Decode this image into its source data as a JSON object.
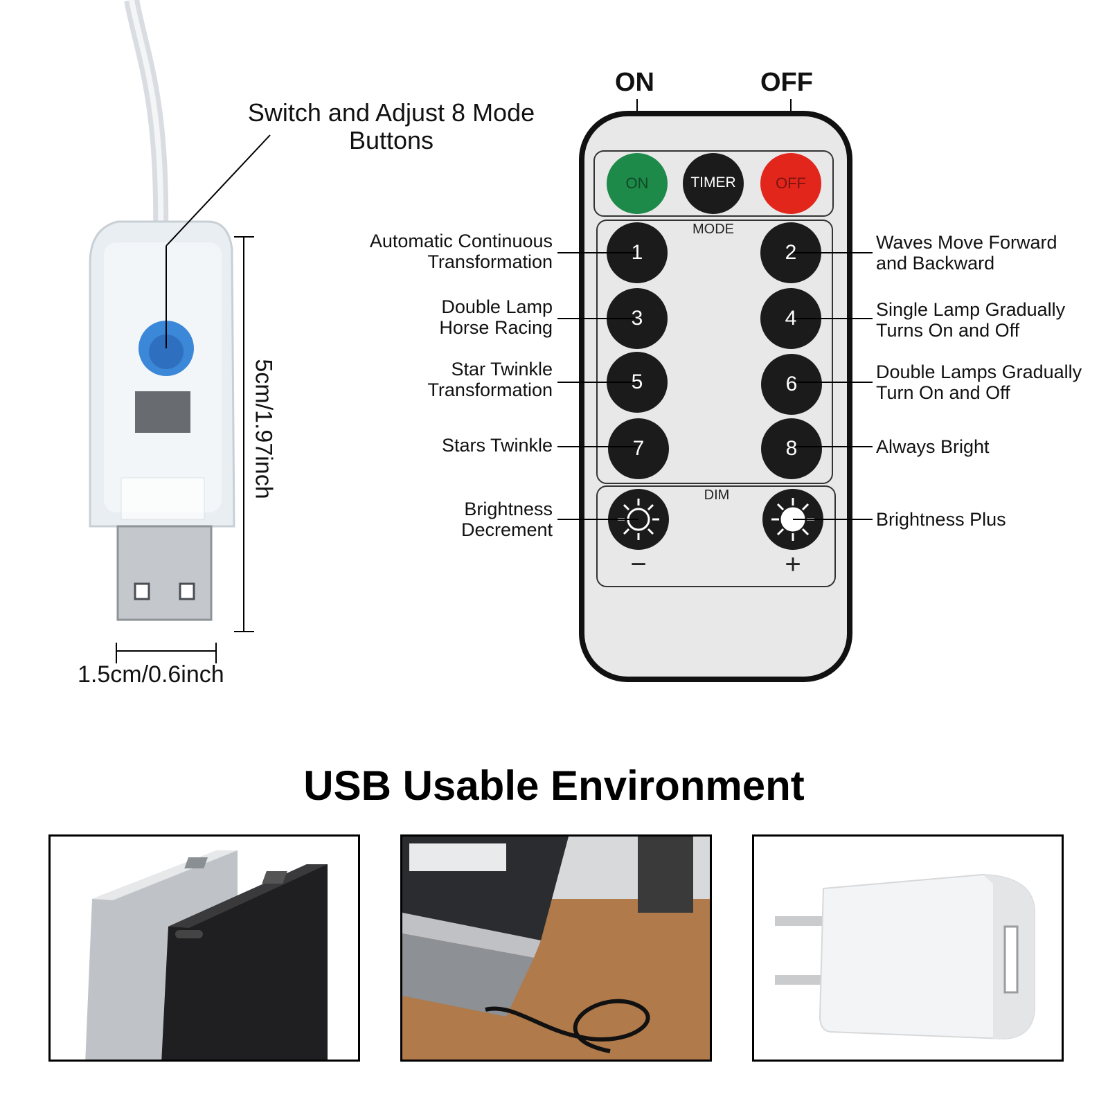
{
  "usb": {
    "callout_line1": "Switch and Adjust 8 Mode",
    "callout_line2": "Buttons",
    "height_dim": "5cm/1.97inch",
    "width_dim": "1.5cm/0.6inch"
  },
  "remote": {
    "on_label": "ON",
    "off_label": "OFF",
    "on_button": "ON",
    "timer_button": "TIMER",
    "off_button": "OFF",
    "mode_label": "MODE",
    "dim_label": "DIM",
    "minus": "−",
    "plus": "+",
    "colors": {
      "on": "#1e8a4a",
      "off": "#e2261c",
      "timer": "#1b1b1b",
      "body": "#e8e8e8",
      "frame": "#111111"
    },
    "modes": [
      {
        "num": "1",
        "desc": [
          "Automatic Continuous",
          "Transformation"
        ]
      },
      {
        "num": "2",
        "desc": [
          "Waves Move Forward",
          "and Backward"
        ]
      },
      {
        "num": "3",
        "desc": [
          "Double Lamp",
          "Horse Racing"
        ]
      },
      {
        "num": "4",
        "desc": [
          "Single Lamp Gradually",
          "Turns On and Off"
        ]
      },
      {
        "num": "5",
        "desc": [
          "Star Twinkle",
          "Transformation"
        ]
      },
      {
        "num": "6",
        "desc": [
          "Double Lamps Gradually",
          "Turn On and Off"
        ]
      },
      {
        "num": "7",
        "desc": [
          "Stars Twinkle"
        ]
      },
      {
        "num": "8",
        "desc": [
          "Always Bright"
        ]
      }
    ],
    "dim_minus_desc": [
      "Brightness",
      "Decrement"
    ],
    "dim_plus_desc": [
      "Brightness Plus"
    ]
  },
  "environment": {
    "title": "USB Usable Environment",
    "panels": [
      {
        "name": "power-bank"
      },
      {
        "name": "laptop"
      },
      {
        "name": "wall-charger"
      }
    ]
  }
}
